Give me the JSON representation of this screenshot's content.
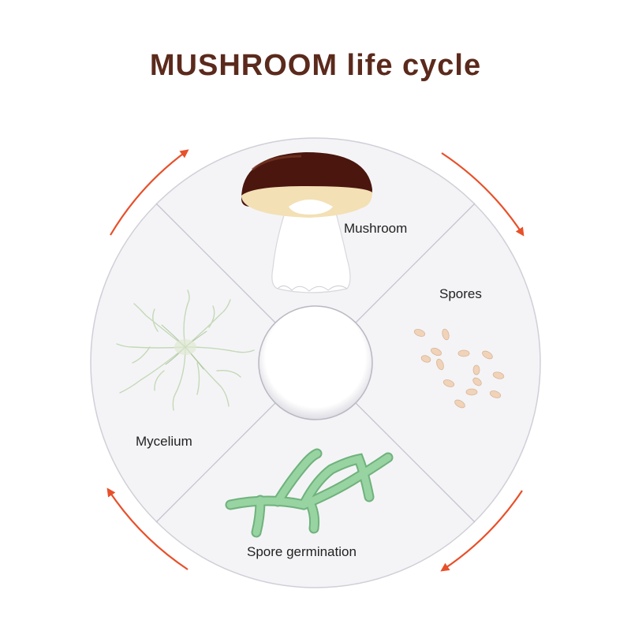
{
  "title": "MUSHROOM life cycle",
  "stages": {
    "mushroom": "Mushroom",
    "spores": "Spores",
    "germination": "Spore germination",
    "mycelium": "Mycelium"
  },
  "colors": {
    "title": "#5b2a1c",
    "disk": "#f4f4f7",
    "arrow": "#e8502a",
    "cap": "#4a160e",
    "stem": "#ffffff",
    "spore": "#f0d3b8",
    "hypha": "#8fcf98",
    "mycelium": "#cfe3c4"
  },
  "icons": [
    "clockwise-arrow-icon",
    "mushroom-icon",
    "spores-icon",
    "hypha-icon",
    "mycelium-icon"
  ]
}
